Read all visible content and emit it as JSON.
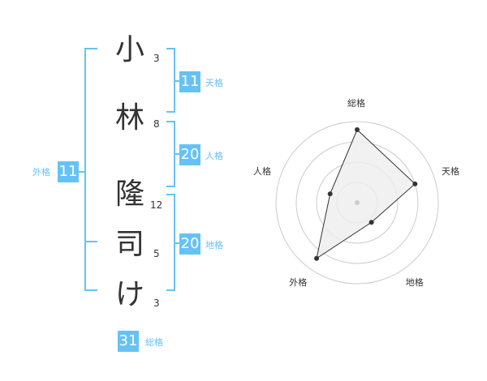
{
  "name": {
    "characters": [
      {
        "char": "小",
        "strokes": "3"
      },
      {
        "char": "林",
        "strokes": "8"
      },
      {
        "char": "隆",
        "strokes": "12"
      },
      {
        "char": "司",
        "strokes": "5"
      },
      {
        "char": "け",
        "strokes": "3"
      }
    ]
  },
  "kakusu": {
    "tenkaku": {
      "value": "11",
      "label": "天格"
    },
    "jinkaku": {
      "value": "20",
      "label": "人格"
    },
    "chikaku": {
      "value": "20",
      "label": "地格"
    },
    "gaikaku": {
      "value": "11",
      "label": "外格"
    },
    "soukaku": {
      "value": "31",
      "label": "総格"
    }
  },
  "chart_data": {
    "type": "radar",
    "axes": [
      "総格",
      "天格",
      "地格",
      "外格",
      "人格"
    ],
    "values": [
      0.9,
      0.75,
      0.3,
      0.85,
      0.35
    ],
    "rings": 4,
    "colors": {
      "line": "#333333",
      "fill": "#eeeeee",
      "grid": "#cccccc",
      "bracket": "#66c2f5"
    }
  }
}
